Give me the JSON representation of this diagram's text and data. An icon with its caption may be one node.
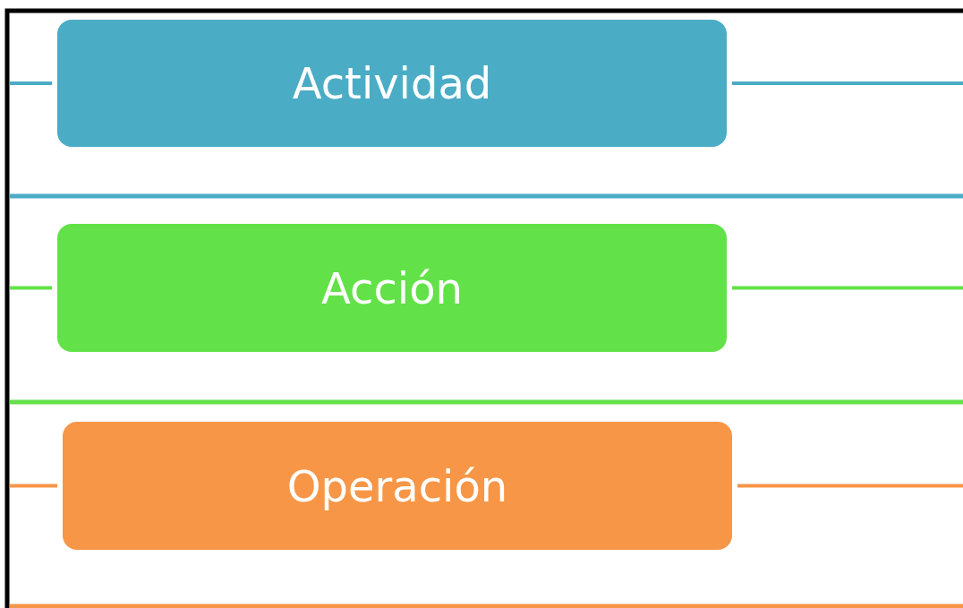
{
  "diagram": {
    "nodes": [
      {
        "text": [
          "Actividad"
        ]
      },
      {
        "text": [
          "Acción"
        ]
      },
      {
        "text": [
          "Operación"
        ]
      }
    ]
  }
}
